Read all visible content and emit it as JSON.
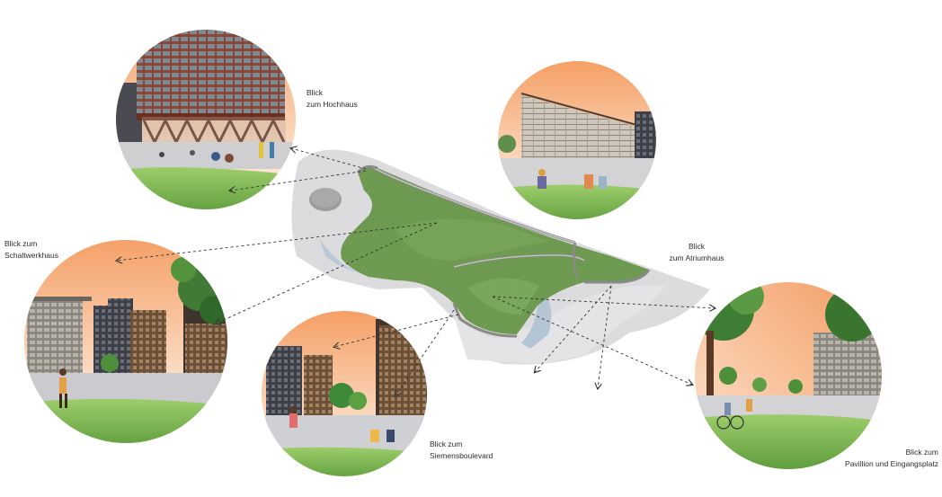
{
  "labels": {
    "hochhaus": {
      "line1": "Blick",
      "line2": "zum Hochhaus"
    },
    "schaltwerkhaus": {
      "line1": "Blick zum",
      "line2": "Schaltwerkhaus"
    },
    "atriumhaus": {
      "line1": "Blick",
      "line2": "zum Atriumhaus"
    },
    "siemensboulevard": {
      "line1": "Blick zum",
      "line2": "Siemensboulevard"
    },
    "pavillion": {
      "line1": "Blick zum",
      "line2": "Pavillion und Eingangsplatz"
    }
  },
  "colors": {
    "sky_top": "#f6a56a",
    "sky_bottom": "#fbe2cf",
    "grass": "#79b64e",
    "park_green": "#6c9a4c",
    "paving": "#d7d7d9",
    "brick": "#8a4030",
    "tree_green": "#3c7a34"
  },
  "icons": [
    "arrow-head-icon"
  ]
}
